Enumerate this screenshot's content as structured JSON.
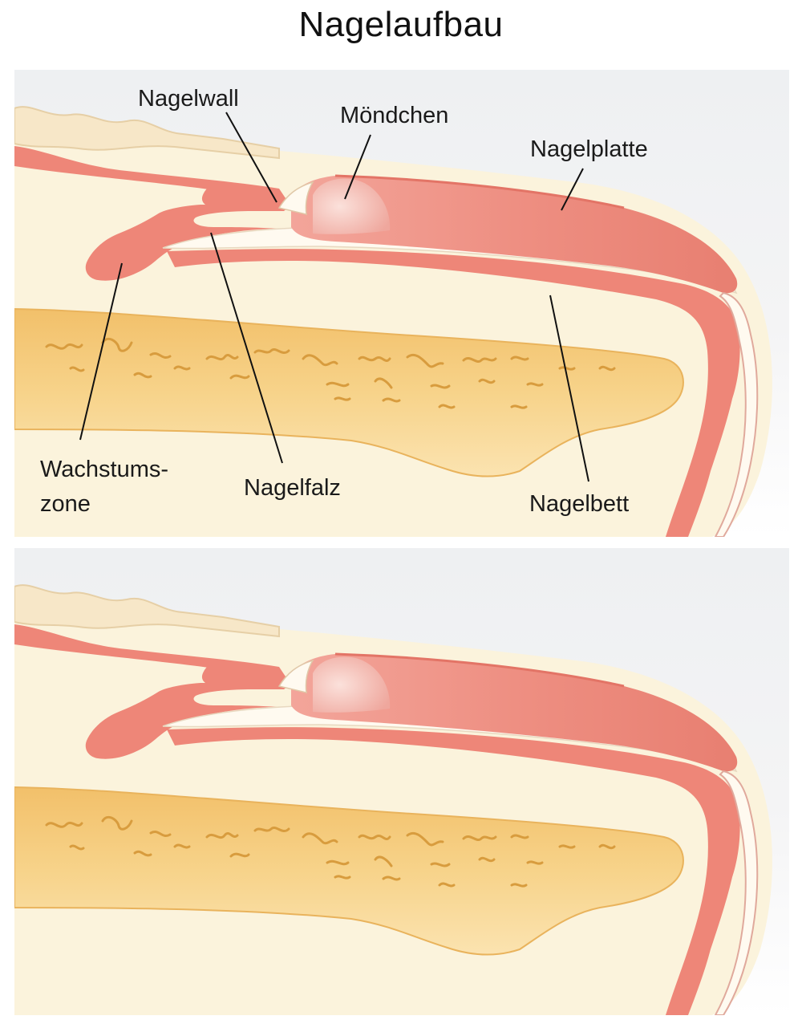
{
  "title": "Nagelaufbau",
  "labels": {
    "nagelwall": "Nagelwall",
    "moendchen": "Möndchen",
    "nagelplatte": "Nagelplatte",
    "wachstumszone_1": "Wachstums-",
    "wachstumszone_2": "zone",
    "nagelfalz": "Nagelfalz",
    "nagelbett": "Nagelbett"
  },
  "colors": {
    "background": "#eceef0",
    "skin": "#ee8678",
    "skin_dark": "#e06a5c",
    "tissue": "#fbf3dc",
    "bone": "#f6cf82",
    "bone_dark": "#e9b35c",
    "lunula": "#f6c9c2"
  }
}
